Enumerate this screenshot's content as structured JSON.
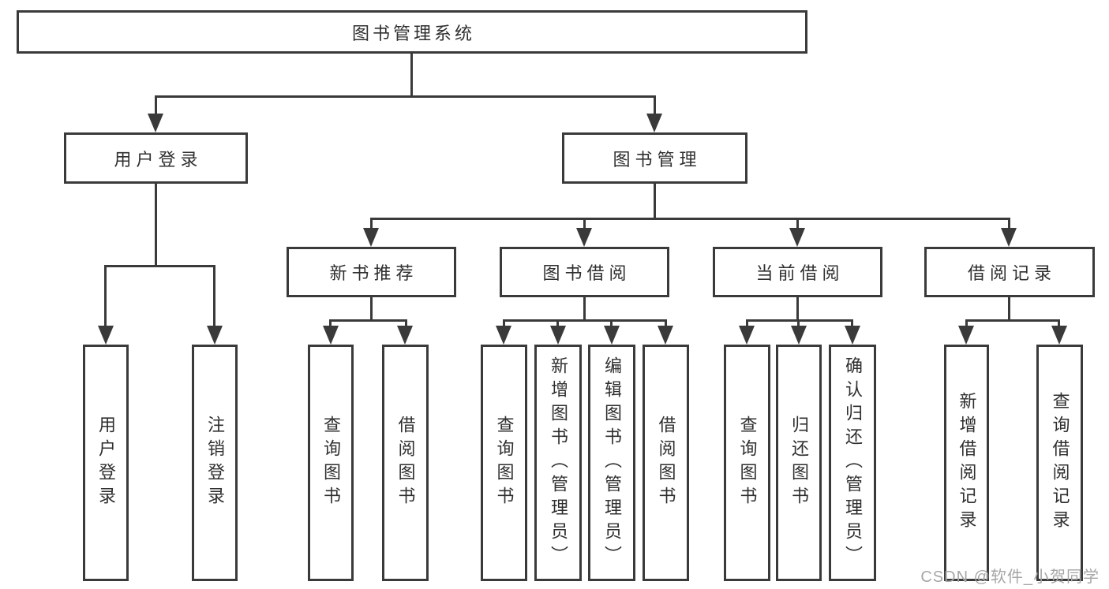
{
  "diagram": {
    "type": "hierarchy-tree",
    "orientation": "top-down"
  },
  "nodes": {
    "root": "图书管理系统",
    "login": "用户登录",
    "mgmt": "图书管理",
    "newbook": "新书推荐",
    "borrow": "图书借阅",
    "current": "当前借阅",
    "record": "借阅记录",
    "leaves": {
      "login_user": "用户登录",
      "login_logout": "注销登录",
      "new_query": "查询图书",
      "new_borrow": "借阅图书",
      "borrow_query": "查询图书",
      "borrow_add": "新增图书（管理员）",
      "borrow_edit": "编辑图书（管理员）",
      "borrow_borrow": "借阅图书",
      "cur_query": "查询图书",
      "cur_return": "归还图书",
      "cur_confirm": "确认归还（管理员）",
      "rec_add": "新增借阅记录",
      "rec_query": "查询借阅记录"
    }
  },
  "hierarchy": {
    "图书管理系统": {
      "用户登录": [
        "用户登录",
        "注销登录"
      ],
      "图书管理": {
        "新书推荐": [
          "查询图书",
          "借阅图书"
        ],
        "图书借阅": [
          "查询图书",
          "新增图书（管理员）",
          "编辑图书（管理员）",
          "借阅图书"
        ],
        "当前借阅": [
          "查询图书",
          "归还图书",
          "确认归还（管理员）"
        ],
        "借阅记录": [
          "新增借阅记录",
          "查询借阅记录"
        ]
      }
    }
  },
  "watermark": "CSDN @软件_小贺同学",
  "colors": {
    "line": "#3a3a3a",
    "text": "#2f2f2f",
    "box_bg": "#ffffff",
    "watermark": "#a6a6a6",
    "background": "#ffffff"
  }
}
